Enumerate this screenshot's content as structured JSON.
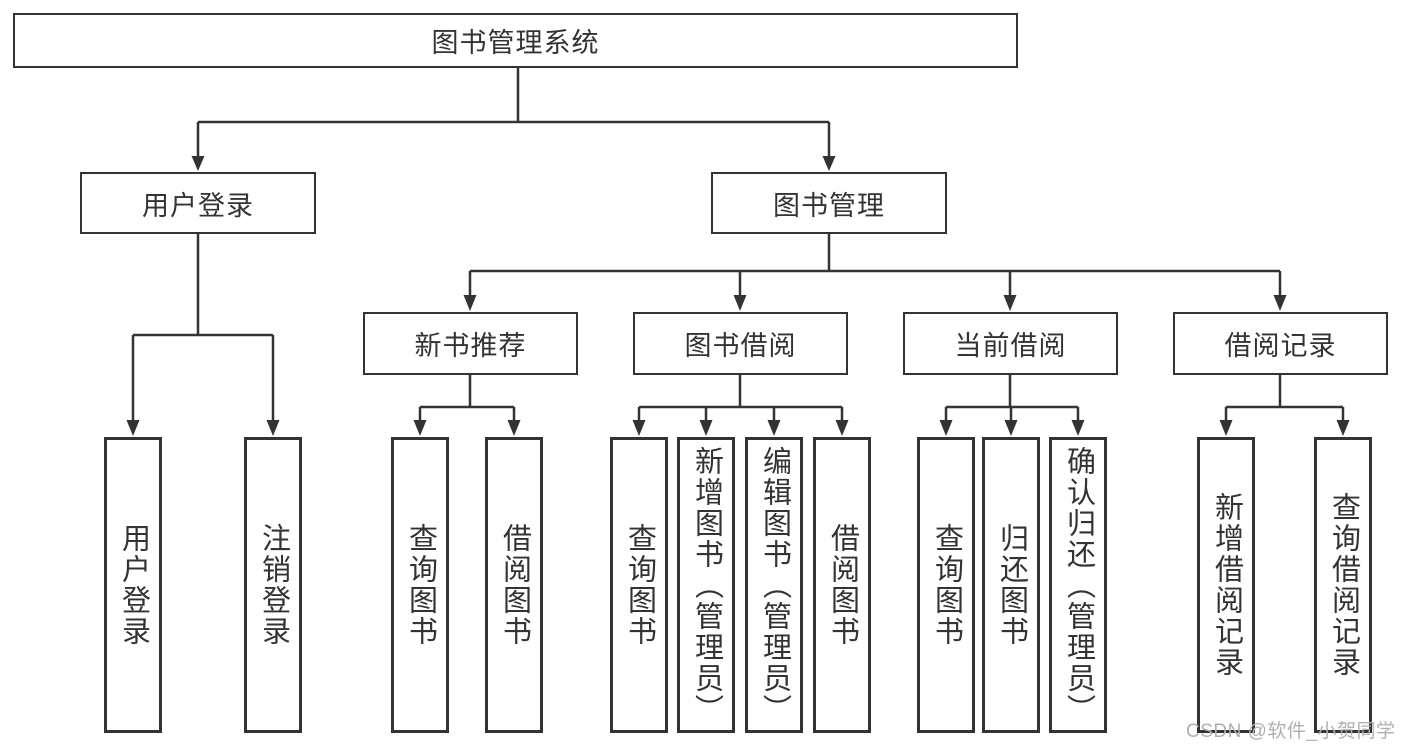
{
  "diagram": {
    "type": "tree",
    "root": {
      "label": "图书管理系统",
      "children": [
        {
          "label": "用户登录",
          "children": [
            {
              "label": "用户登录"
            },
            {
              "label": "注销登录"
            }
          ]
        },
        {
          "label": "图书管理",
          "children": [
            {
              "label": "新书推荐",
              "children": [
                {
                  "label": "查询图书"
                },
                {
                  "label": "借阅图书"
                }
              ]
            },
            {
              "label": "图书借阅",
              "children": [
                {
                  "label": "查询图书"
                },
                {
                  "label": "新增图书（管理员）"
                },
                {
                  "label": "编辑图书（管理员）"
                },
                {
                  "label": "借阅图书"
                }
              ]
            },
            {
              "label": "当前借阅",
              "children": [
                {
                  "label": "查询图书"
                },
                {
                  "label": "归还图书"
                },
                {
                  "label": "确认归还（管理员）"
                }
              ]
            },
            {
              "label": "借阅记录",
              "children": [
                {
                  "label": "新增借阅记录"
                },
                {
                  "label": "查询借阅记录"
                }
              ]
            }
          ]
        }
      ]
    },
    "colors": {
      "line": "#333333",
      "box_border": "#333333",
      "box_fill": "#ffffff",
      "text": "#333333",
      "background": "#ffffff",
      "watermark": "#b0b0b0"
    }
  },
  "watermark": {
    "text": "CSDN @软件_小贺同学"
  }
}
